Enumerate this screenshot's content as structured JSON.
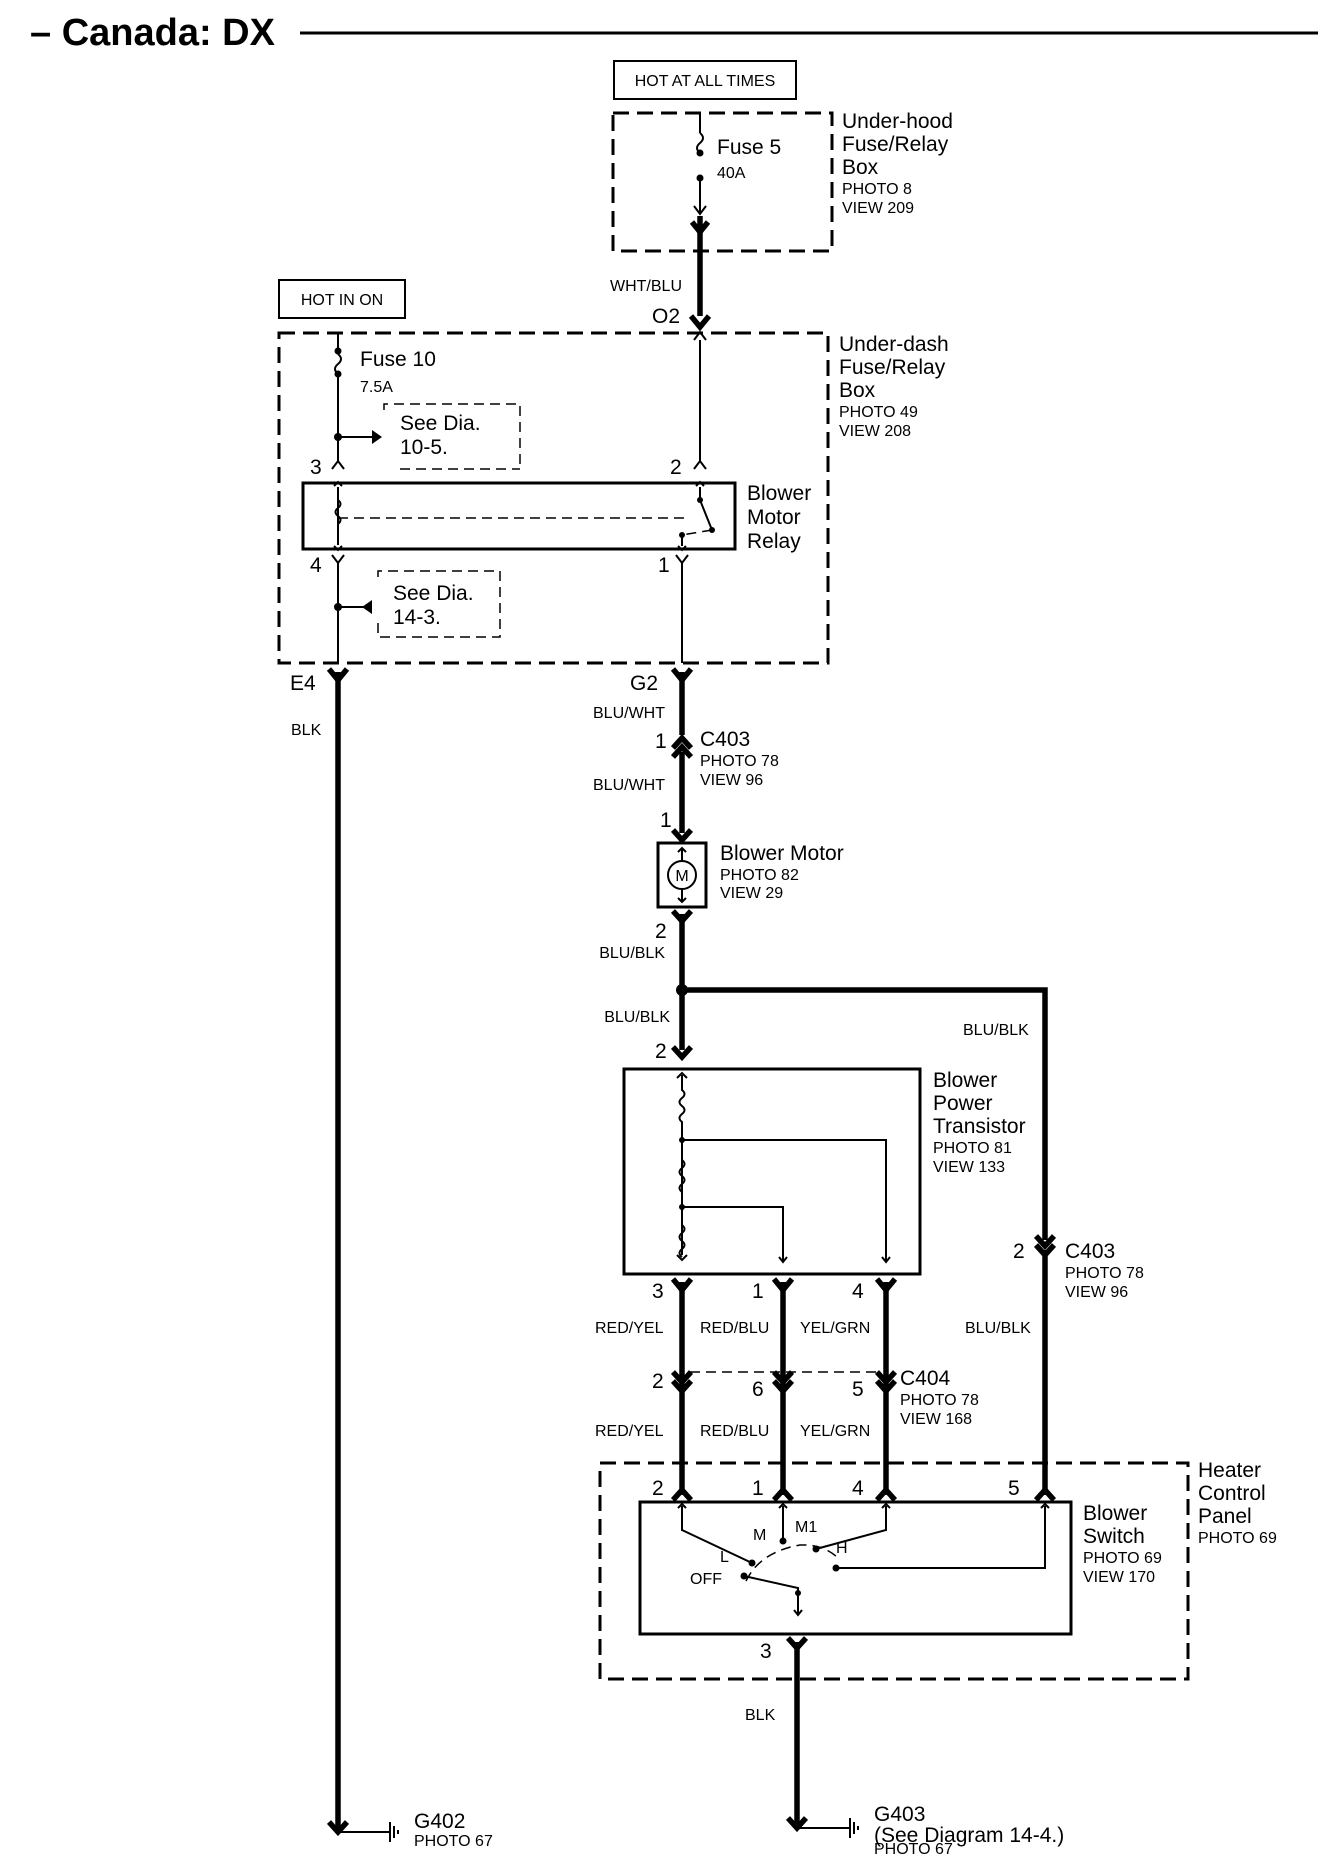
{
  "title": "– Canada: DX",
  "power": {
    "hot_always": "HOT AT ALL TIMES",
    "hot_in_on": "HOT IN ON"
  },
  "underhood_box": {
    "name": [
      "Under-hood",
      "Fuse/Relay",
      "Box"
    ],
    "photo": "PHOTO 8",
    "view": "VIEW 209",
    "fuse_name": "Fuse 5",
    "fuse_rating": "40A"
  },
  "underdash_box": {
    "name": [
      "Under-dash",
      "Fuse/Relay",
      "Box"
    ],
    "photo": "PHOTO 49",
    "view": "VIEW 208",
    "fuse_name": "Fuse 10",
    "fuse_rating": "7.5A",
    "see1": [
      "See Dia.",
      "10-5."
    ],
    "see2": [
      "See Dia.",
      "14-3."
    ]
  },
  "relay": {
    "name": [
      "Blower",
      "Motor",
      "Relay"
    ],
    "pins": {
      "p3": "3",
      "p2": "2",
      "p4": "4",
      "p1": "1"
    }
  },
  "terminals": {
    "o2": "O2",
    "e4": "E4",
    "g2": "G2"
  },
  "wires": {
    "wht_blu": "WHT/BLU",
    "blk": "BLK",
    "blu_wht": "BLU/WHT",
    "blu_blk": "BLU/BLK",
    "red_yel": "RED/YEL",
    "red_blu": "RED/BLU",
    "yel_grn": "YEL/GRN"
  },
  "c403": {
    "name": "C403",
    "photo": "PHOTO 78",
    "view": "VIEW 96",
    "pin1": "1",
    "pin2": "2"
  },
  "motor": {
    "name": "Blower Motor",
    "photo": "PHOTO 82",
    "view": "VIEW 29",
    "pin1": "1",
    "pin2": "2",
    "symbol": "M"
  },
  "transistor": {
    "name": [
      "Blower",
      "Power",
      "Transistor"
    ],
    "photo": "PHOTO 81",
    "view": "VIEW 133",
    "pins": {
      "p2": "2",
      "p3": "3",
      "p1": "1",
      "p4": "4"
    }
  },
  "c404": {
    "name": "C404",
    "photo": "PHOTO 78",
    "view": "VIEW 168",
    "pins": {
      "a": "2",
      "b": "6",
      "c": "5"
    }
  },
  "heater_panel": {
    "name": [
      "Heater",
      "Control",
      "Panel"
    ],
    "photo": "PHOTO 69"
  },
  "blower_switch": {
    "name": [
      "Blower",
      "Switch"
    ],
    "photo": "PHOTO 69",
    "view": "VIEW 170",
    "pins": {
      "p2": "2",
      "p1": "1",
      "p4": "4",
      "p5": "5",
      "p3": "3"
    },
    "positions": {
      "m": "M",
      "m1": "M1",
      "h": "H",
      "l": "L",
      "off": "OFF"
    }
  },
  "g402": {
    "name": "G402",
    "photo": "PHOTO 67"
  },
  "g403": {
    "name": "G403",
    "note": "(See Diagram 14-4.)",
    "photo": "PHOTO 67"
  }
}
